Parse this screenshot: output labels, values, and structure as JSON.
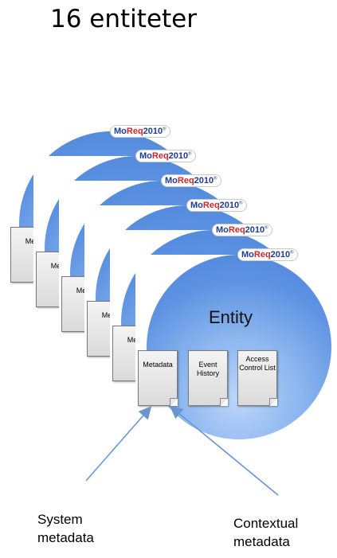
{
  "title": "16 entiteter",
  "logo": {
    "mo": "Mo",
    "req": "Req",
    "year": "2010",
    "mark": "®"
  },
  "entity_label": "Entity",
  "doc_short": "Me",
  "docs": {
    "metadata": "Metadata",
    "event_history": "Event History",
    "access_control_list": "Access Control List"
  },
  "labels": {
    "system_metadata": "System metadata",
    "contextual_metadata": "Contextual metadata"
  }
}
